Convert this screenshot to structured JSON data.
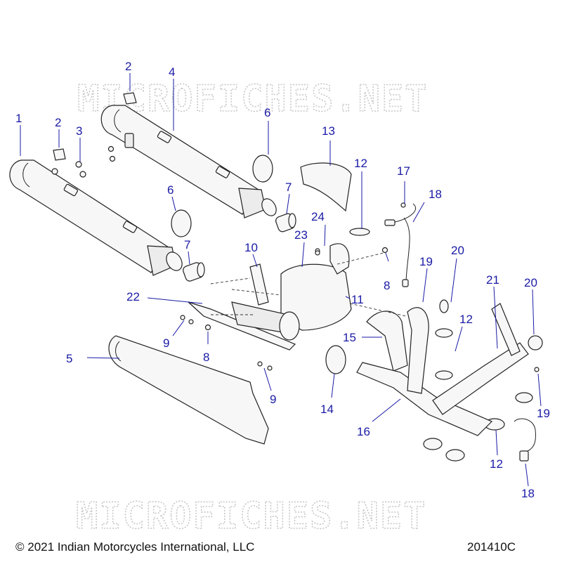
{
  "watermark": {
    "top": "MICROFICHES.NET",
    "bottom": "MICROFICHES.NET"
  },
  "callouts": [
    {
      "id": "c1",
      "text": "1"
    },
    {
      "id": "c2a",
      "text": "2"
    },
    {
      "id": "c2b",
      "text": "2"
    },
    {
      "id": "c3",
      "text": "3"
    },
    {
      "id": "c4",
      "text": "4"
    },
    {
      "id": "c5",
      "text": "5"
    },
    {
      "id": "c6a",
      "text": "6"
    },
    {
      "id": "c6b",
      "text": "6"
    },
    {
      "id": "c7a",
      "text": "7"
    },
    {
      "id": "c7b",
      "text": "7"
    },
    {
      "id": "c8a",
      "text": "8"
    },
    {
      "id": "c8b",
      "text": "8"
    },
    {
      "id": "c9a",
      "text": "9"
    },
    {
      "id": "c9b",
      "text": "9"
    },
    {
      "id": "c10",
      "text": "10"
    },
    {
      "id": "c11",
      "text": "11"
    },
    {
      "id": "c12a",
      "text": "12"
    },
    {
      "id": "c12b",
      "text": "12"
    },
    {
      "id": "c12c",
      "text": "12"
    },
    {
      "id": "c13",
      "text": "13"
    },
    {
      "id": "c14",
      "text": "14"
    },
    {
      "id": "c15",
      "text": "15"
    },
    {
      "id": "c16",
      "text": "16"
    },
    {
      "id": "c17",
      "text": "17"
    },
    {
      "id": "c18a",
      "text": "18"
    },
    {
      "id": "c18b",
      "text": "18"
    },
    {
      "id": "c19a",
      "text": "19"
    },
    {
      "id": "c19b",
      "text": "19"
    },
    {
      "id": "c20a",
      "text": "20"
    },
    {
      "id": "c20b",
      "text": "20"
    },
    {
      "id": "c21",
      "text": "21"
    },
    {
      "id": "c22",
      "text": "22"
    },
    {
      "id": "c23",
      "text": "23"
    },
    {
      "id": "c24",
      "text": "24"
    }
  ],
  "footer": {
    "copyright": "© 2021 Indian Motorcycles International, LLC",
    "diagram_id": "201410C"
  },
  "colors": {
    "callout": "#1a1aa6",
    "line": "#222222",
    "watermark": "#c8c8c8"
  }
}
